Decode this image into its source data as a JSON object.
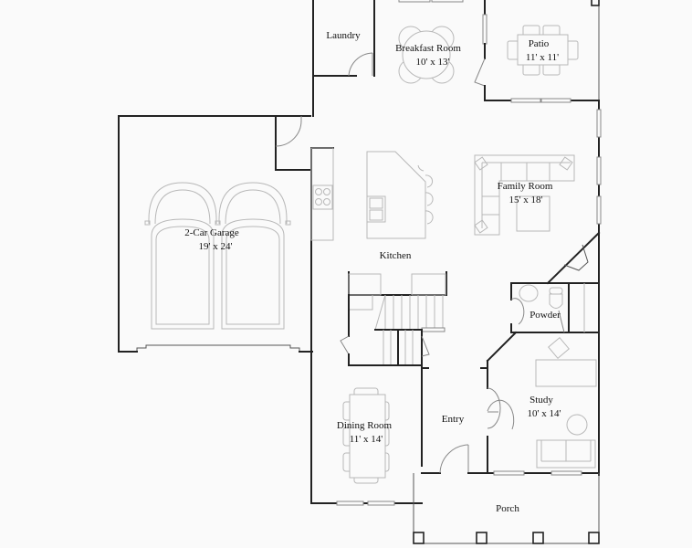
{
  "plan": {
    "rooms": [
      {
        "name": "Laundry",
        "dims": ""
      },
      {
        "name": "Breakfast Room",
        "dims": "10' x 13'"
      },
      {
        "name": "Patio",
        "dims": "11' x 11'"
      },
      {
        "name": "2-Car Garage",
        "dims": "19' x 24'"
      },
      {
        "name": "Family Room",
        "dims": "15' x 18'"
      },
      {
        "name": "Kitchen",
        "dims": ""
      },
      {
        "name": "Powder",
        "dims": ""
      },
      {
        "name": "Study",
        "dims": "10' x 14'"
      },
      {
        "name": "Dining Room",
        "dims": "11' x 14'"
      },
      {
        "name": "Entry",
        "dims": ""
      },
      {
        "name": "Porch",
        "dims": ""
      }
    ],
    "colors": {
      "background": "#fafafa",
      "wall": "#222222",
      "furniture": "#b8b8b8"
    }
  }
}
